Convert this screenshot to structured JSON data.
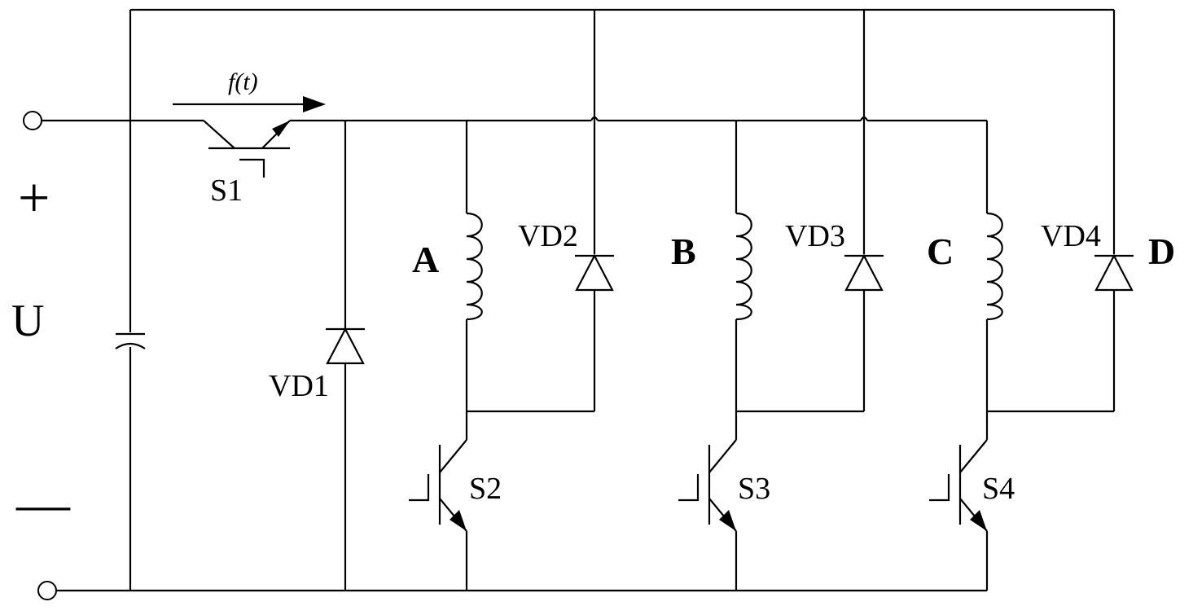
{
  "diagram": {
    "source_label": "U",
    "plus_label": "+",
    "minus_label": "—",
    "current_label": "f(t)",
    "switch_labels": {
      "s1": "S1",
      "s2": "S2",
      "s3": "S3",
      "s4": "S4"
    },
    "diode_labels": {
      "vd1": "VD1",
      "vd2": "VD2",
      "vd3": "VD3",
      "vd4": "VD4"
    },
    "phase_labels": {
      "a": "A",
      "b": "B",
      "c": "C",
      "d": "D"
    },
    "colors": {
      "stroke": "#000000",
      "background": "#ffffff"
    }
  }
}
